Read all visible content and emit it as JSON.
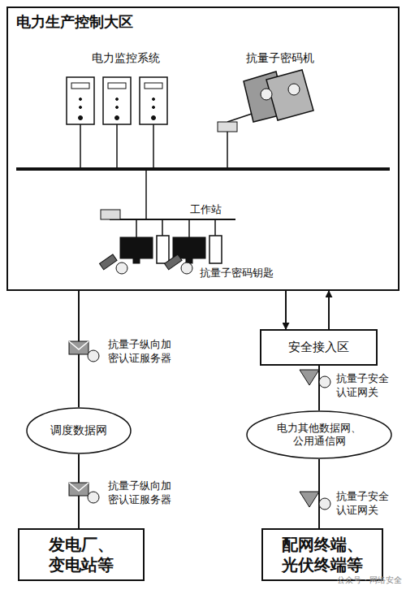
{
  "diagram": {
    "nodes": [
      {
        "text": [
          "电力生产控制大区"
        ]
      },
      {
        "text": [
          "调度数据网"
        ]
      },
      {
        "text": [
          "发电厂、变电站等"
        ]
      },
      {
        "text": [
          "安全接入区"
        ]
      },
      {
        "text": [
          "电力其他数据网、公用通信网"
        ]
      },
      {
        "text": [
          "配网终端、光伏终端等"
        ]
      }
    ],
    "edges": [
      {
        "from": 0,
        "to": 1,
        "arrow": "none"
      },
      {
        "from": 1,
        "to": 2,
        "arrow": "none"
      },
      {
        "from": 0,
        "to": 3,
        "arrow": "to"
      },
      {
        "from": 3,
        "to": 0,
        "arrow": "to"
      },
      {
        "from": 3,
        "to": 4,
        "arrow": "none"
      },
      {
        "from": 4,
        "to": 5,
        "arrow": "none"
      }
    ],
    "labels": [
      "电力监控系统",
      "抗量子密码机",
      "工作站",
      "抗量子密码钥匙",
      "抗量子纵向加密认证服务器",
      "抗量子纵向加密认证服务器",
      "抗量子安全认证网关",
      "抗量子安全认证网关",
      "公众号 · 网络安全"
    ]
  }
}
